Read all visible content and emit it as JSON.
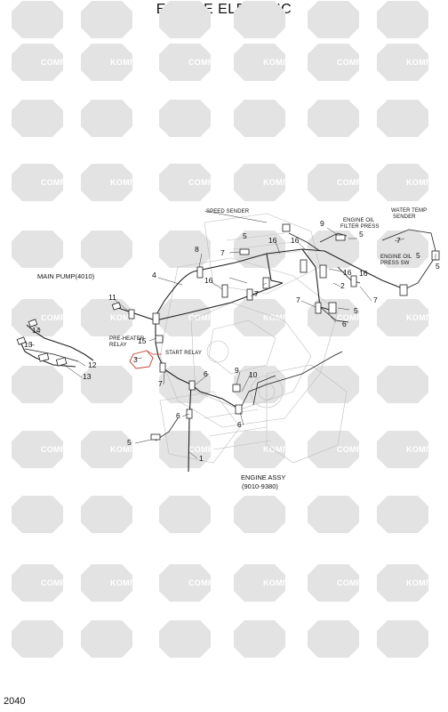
{
  "header": {
    "title": "ENGINE ELECTRIC"
  },
  "footer": {
    "page_number": "2040"
  },
  "watermark": {
    "brands": [
      "KOMПАРТ",
      "COMPART"
    ],
    "color": "#e3e3e3"
  },
  "labels": {
    "speed_sender": "SPEED SENDER",
    "engine_oil_filter_line1": "ENGINE OIL",
    "engine_oil_filter_line2": "FILTER PRESS",
    "water_temp_line1": "WATER TEMP",
    "water_temp_line2": "SENDER",
    "engine_oil_press_line1": "ENGINE OIL",
    "engine_oil_press_line2": "PRESS SW",
    "main_pump": "MAIN PUMP(4010)",
    "pre_heater_line1": "PRE-HEATER",
    "pre_heater_line2": "RELAY",
    "start_relay": "START RELAY",
    "engine_assy_line1": "ENGINE ASSY",
    "engine_assy_line2": "(9010-9380)"
  },
  "callouts": {
    "c9a": "9",
    "c5a": "5",
    "c7a": "7",
    "c8": "8",
    "c5b": "5",
    "c16a": "16",
    "c16b": "16",
    "c16c": "16",
    "c5c": "5",
    "c7b": "7",
    "c4": "4",
    "c11": "11",
    "c16d": "16",
    "c7c": "7",
    "c2": "2",
    "c16e": "16",
    "c7d": "7",
    "c5d": "5",
    "c7e": "7",
    "c5e": "5",
    "c6a": "6",
    "c15": "15",
    "c14": "14",
    "c13a": "13",
    "c12": "12",
    "c13b": "13",
    "c3": "3",
    "c7f": "7",
    "c9b": "9",
    "c10": "10",
    "c6b": "6",
    "c6c": "6",
    "c6d": "6",
    "c5f": "5",
    "c1": "1"
  }
}
